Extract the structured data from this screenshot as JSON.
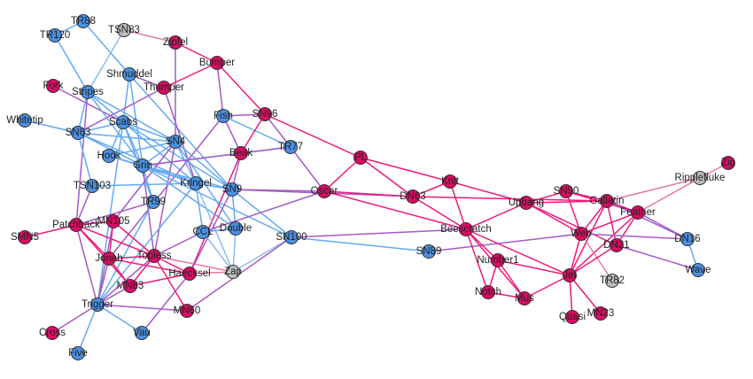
{
  "colors": {
    "community_a": "#db0b63",
    "community_b": "#4a90e2",
    "unassigned": "#bdbdbd",
    "edge_a": "#ee1a7c",
    "edge_b": "#64aaf3",
    "edge_mixed": "#a45bc8",
    "edge_gray": "#e37aa8",
    "node_stroke": "#333333"
  },
  "nodes": [
    {
      "label": "TR88",
      "group": "b"
    },
    {
      "label": "TR120",
      "group": "b"
    },
    {
      "label": "TSN83",
      "group": "u"
    },
    {
      "label": "Zipfel",
      "group": "a"
    },
    {
      "label": "Bumper",
      "group": "a"
    },
    {
      "label": "Shmuddel",
      "group": "b"
    },
    {
      "label": "Thumper",
      "group": "a"
    },
    {
      "label": "Fork",
      "group": "a"
    },
    {
      "label": "Stripes",
      "group": "b"
    },
    {
      "label": "Whitetip",
      "group": "b"
    },
    {
      "label": "SN63",
      "group": "b"
    },
    {
      "label": "Scabs",
      "group": "b"
    },
    {
      "label": "Fish",
      "group": "b"
    },
    {
      "label": "SN96",
      "group": "a"
    },
    {
      "label": "SN4",
      "group": "b"
    },
    {
      "label": "TR77",
      "group": "b"
    },
    {
      "label": "Hook",
      "group": "b"
    },
    {
      "label": "Beak",
      "group": "a"
    },
    {
      "label": "Grin",
      "group": "b"
    },
    {
      "label": "PL",
      "group": "a"
    },
    {
      "label": "Zig",
      "group": "a"
    },
    {
      "label": "Ripplefluke",
      "group": "u"
    },
    {
      "label": "TSN103",
      "group": "b"
    },
    {
      "label": "Kringel",
      "group": "b"
    },
    {
      "label": "SN9",
      "group": "b"
    },
    {
      "label": "Oscar",
      "group": "a"
    },
    {
      "label": "Knit",
      "group": "a"
    },
    {
      "label": "DN63",
      "group": "a"
    },
    {
      "label": "SN90",
      "group": "a"
    },
    {
      "label": "Upbang",
      "group": "a"
    },
    {
      "label": "Gallatin",
      "group": "a"
    },
    {
      "label": "TR99",
      "group": "b"
    },
    {
      "label": "Feather",
      "group": "a"
    },
    {
      "label": "MN105",
      "group": "a"
    },
    {
      "label": "Patchback",
      "group": "a"
    },
    {
      "label": "Double",
      "group": "b"
    },
    {
      "label": "CCL",
      "group": "b"
    },
    {
      "label": "Beescratch",
      "group": "a"
    },
    {
      "label": "SMN5",
      "group": "a"
    },
    {
      "label": "SN100",
      "group": "b"
    },
    {
      "label": "Web",
      "group": "a"
    },
    {
      "label": "DN16",
      "group": "b"
    },
    {
      "label": "DN21",
      "group": "a"
    },
    {
      "label": "SN89",
      "group": "b"
    },
    {
      "label": "Jonah",
      "group": "a"
    },
    {
      "label": "Topless",
      "group": "a"
    },
    {
      "label": "Number1",
      "group": "a"
    },
    {
      "label": "Zap",
      "group": "u"
    },
    {
      "label": "Haecksel",
      "group": "a"
    },
    {
      "label": "Wave",
      "group": "b"
    },
    {
      "label": "Jet",
      "group": "a"
    },
    {
      "label": "TR82",
      "group": "u"
    },
    {
      "label": "MN83",
      "group": "a"
    },
    {
      "label": "Notch",
      "group": "a"
    },
    {
      "label": "Mus",
      "group": "a"
    },
    {
      "label": "Trigger",
      "group": "b"
    },
    {
      "label": "MN60",
      "group": "a"
    },
    {
      "label": "Quasi",
      "group": "a"
    },
    {
      "label": "MN23",
      "group": "a"
    },
    {
      "label": "Cross",
      "group": "a"
    },
    {
      "label": "Vau",
      "group": "b"
    },
    {
      "label": "Five",
      "group": "b"
    }
  ],
  "edges": [
    [
      "TR88",
      "TR120"
    ],
    [
      "TR88",
      "Shmuddel"
    ],
    [
      "TR120",
      "Stripes"
    ],
    [
      "TSN83",
      "Stripes"
    ],
    [
      "TSN83",
      "Zipfel"
    ],
    [
      "Zipfel",
      "Bumper"
    ],
    [
      "Zipfel",
      "SN4"
    ],
    [
      "Bumper",
      "Thumper"
    ],
    [
      "Bumper",
      "Fish"
    ],
    [
      "Bumper",
      "SN96"
    ],
    [
      "Shmuddel",
      "Thumper"
    ],
    [
      "Shmuddel",
      "Grin"
    ],
    [
      "Shmuddel",
      "SN9"
    ],
    [
      "Shmuddel",
      "Scabs"
    ],
    [
      "Thumper",
      "SN63"
    ],
    [
      "Thumper",
      "Kringel"
    ],
    [
      "Fork",
      "Scabs"
    ],
    [
      "Stripes",
      "SN63"
    ],
    [
      "Stripes",
      "Grin"
    ],
    [
      "Stripes",
      "Kringel"
    ],
    [
      "Stripes",
      "SN4"
    ],
    [
      "Stripes",
      "Patchback"
    ],
    [
      "Whitetip",
      "SN63"
    ],
    [
      "SN63",
      "Scabs"
    ],
    [
      "SN63",
      "Grin"
    ],
    [
      "SN63",
      "Kringel"
    ],
    [
      "SN63",
      "TSN103"
    ],
    [
      "SN63",
      "SN4"
    ],
    [
      "Scabs",
      "Grin"
    ],
    [
      "Scabs",
      "Hook"
    ],
    [
      "Scabs",
      "SN4"
    ],
    [
      "Scabs",
      "SN9"
    ],
    [
      "Scabs",
      "TR99"
    ],
    [
      "Scabs",
      "Trigger"
    ],
    [
      "Fish",
      "SN96"
    ],
    [
      "Fish",
      "Beak"
    ],
    [
      "Fish",
      "TR77"
    ],
    [
      "Fish",
      "Jonah"
    ],
    [
      "SN96",
      "Beak"
    ],
    [
      "SN96",
      "TR77"
    ],
    [
      "SN96",
      "PL"
    ],
    [
      "SN4",
      "Hook"
    ],
    [
      "SN4",
      "Grin"
    ],
    [
      "SN4",
      "Kringel"
    ],
    [
      "SN4",
      "Double"
    ],
    [
      "SN4",
      "SN9"
    ],
    [
      "SN4",
      "MN105"
    ],
    [
      "SN4",
      "Topless"
    ],
    [
      "TR77",
      "Grin"
    ],
    [
      "TR77",
      "Oscar"
    ],
    [
      "TR77",
      "Beak"
    ],
    [
      "Hook",
      "Grin"
    ],
    [
      "Hook",
      "Kringel"
    ],
    [
      "Beak",
      "Grin"
    ],
    [
      "Beak",
      "Haecksel"
    ],
    [
      "Beak",
      "SN9"
    ],
    [
      "Grin",
      "Kringel"
    ],
    [
      "Grin",
      "SN9"
    ],
    [
      "Grin",
      "TR99"
    ],
    [
      "Grin",
      "Double"
    ],
    [
      "Grin",
      "SN100"
    ],
    [
      "Grin",
      "Topless"
    ],
    [
      "PL",
      "Oscar"
    ],
    [
      "PL",
      "DN63"
    ],
    [
      "PL",
      "Knit"
    ],
    [
      "TSN103",
      "Kringel"
    ],
    [
      "Kringel",
      "SN9"
    ],
    [
      "Kringel",
      "Zap"
    ],
    [
      "Kringel",
      "CCL"
    ],
    [
      "Kringel",
      "Trigger"
    ],
    [
      "SN9",
      "Oscar"
    ],
    [
      "SN9",
      "DN63"
    ],
    [
      "SN9",
      "Double"
    ],
    [
      "SN9",
      "SN100"
    ],
    [
      "Oscar",
      "DN63"
    ],
    [
      "Oscar",
      "Beescratch"
    ],
    [
      "Oscar",
      "CCL"
    ],
    [
      "Knit",
      "DN63"
    ],
    [
      "Knit",
      "Upbang"
    ],
    [
      "Knit",
      "Beescratch"
    ],
    [
      "DN63",
      "Beescratch"
    ],
    [
      "DN63",
      "Gallatin"
    ],
    [
      "Upbang",
      "Beescratch"
    ],
    [
      "Upbang",
      "SN90"
    ],
    [
      "Upbang",
      "Gallatin"
    ],
    [
      "Upbang",
      "Web"
    ],
    [
      "Upbang",
      "DN21"
    ],
    [
      "SN90",
      "Gallatin"
    ],
    [
      "SN90",
      "Feather"
    ],
    [
      "SN90",
      "Web"
    ],
    [
      "Gallatin",
      "Feather"
    ],
    [
      "Gallatin",
      "Web"
    ],
    [
      "Gallatin",
      "DN21"
    ],
    [
      "Gallatin",
      "Jet"
    ],
    [
      "Gallatin",
      "Ripplefluke"
    ],
    [
      "Gallatin",
      "DN16"
    ],
    [
      "Ripplefluke",
      "Zig"
    ],
    [
      "Ripplefluke",
      "Feather"
    ],
    [
      "Feather",
      "Web"
    ],
    [
      "Feather",
      "DN21"
    ],
    [
      "Feather",
      "Jet"
    ],
    [
      "Feather",
      "DN16"
    ],
    [
      "Web",
      "Jet"
    ],
    [
      "Web",
      "DN16"
    ],
    [
      "Web",
      "TR82"
    ],
    [
      "Web",
      "SN89"
    ],
    [
      "DN16",
      "Wave"
    ],
    [
      "DN21",
      "Jet"
    ],
    [
      "DN21",
      "Wave"
    ],
    [
      "Beescratch",
      "Number1"
    ],
    [
      "Beescratch",
      "Notch"
    ],
    [
      "Beescratch",
      "Jet"
    ],
    [
      "Beescratch",
      "SN100"
    ],
    [
      "Beescratch",
      "Mus"
    ],
    [
      "Number1",
      "Notch"
    ],
    [
      "Number1",
      "Mus"
    ],
    [
      "Number1",
      "Jet"
    ],
    [
      "Notch",
      "Mus"
    ],
    [
      "Mus",
      "Jet"
    ],
    [
      "Jet",
      "Quasi"
    ],
    [
      "Jet",
      "MN23"
    ],
    [
      "SN100",
      "SN89"
    ],
    [
      "SN100",
      "Zap"
    ],
    [
      "SN100",
      "MN60"
    ],
    [
      "TR99",
      "Trigger"
    ],
    [
      "TR99",
      "Patchback"
    ],
    [
      "Patchback",
      "SMN5"
    ],
    [
      "Patchback",
      "Jonah"
    ],
    [
      "Patchback",
      "MN83"
    ],
    [
      "Patchback",
      "Topless"
    ],
    [
      "Patchback",
      "Trigger"
    ],
    [
      "Patchback",
      "MN105"
    ],
    [
      "Patchback",
      "TSN103"
    ],
    [
      "MN105",
      "Jonah"
    ],
    [
      "MN105",
      "Topless"
    ],
    [
      "MN105",
      "Trigger"
    ],
    [
      "Jonah",
      "Topless"
    ],
    [
      "Jonah",
      "MN83"
    ],
    [
      "Jonah",
      "Haecksel"
    ],
    [
      "Jonah",
      "Trigger"
    ],
    [
      "Topless",
      "MN83"
    ],
    [
      "Topless",
      "Haecksel"
    ],
    [
      "Topless",
      "MN60"
    ],
    [
      "Topless",
      "Zap"
    ],
    [
      "Topless",
      "CCL"
    ],
    [
      "Topless",
      "Trigger"
    ],
    [
      "Haecksel",
      "MN83"
    ],
    [
      "Haecksel",
      "Zap"
    ],
    [
      "Haecksel",
      "Vau"
    ],
    [
      "Haecksel",
      "SN9"
    ],
    [
      "CCL",
      "Double"
    ],
    [
      "CCL",
      "Zap"
    ],
    [
      "Double",
      "Zap"
    ],
    [
      "Trigger",
      "Cross"
    ],
    [
      "Trigger",
      "Five"
    ],
    [
      "Trigger",
      "Vau"
    ],
    [
      "Trigger",
      "MN60"
    ],
    [
      "Trigger",
      "MN83"
    ]
  ]
}
